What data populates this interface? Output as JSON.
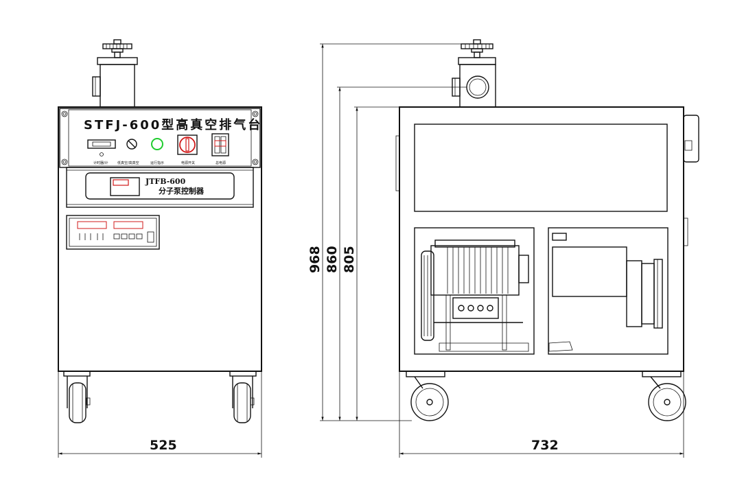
{
  "front_view": {
    "title": "STFJ-600型高真空排气台",
    "panel_labels": [
      "计时器/计",
      "低真空/高真空",
      "运行指示",
      "电源开关",
      "总电源"
    ],
    "controller_model": "JTFB-600",
    "controller_name": "分子泵控制器",
    "width_dim": "525"
  },
  "side_view": {
    "height_overall": "968",
    "height_mid": "860",
    "height_body": "805",
    "depth_dim": "732"
  }
}
